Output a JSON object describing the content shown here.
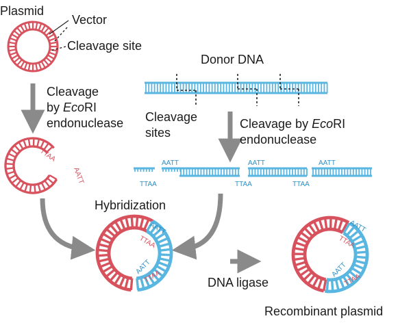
{
  "labels": {
    "plasmid": "Plasmid",
    "vector": "Vector",
    "cleavage_site": "Cleavage site",
    "donor_dna": "Donor DNA",
    "cleavage_line1": "Cleavage",
    "cleavage_line2_pre": "by ",
    "cleavage_line2_italic": "Eco",
    "cleavage_line2_post": "RI",
    "cleavage_line3": "endonuclease",
    "cleavage_sites_1": "Cleavage",
    "cleavage_sites_2": "sites",
    "cleavage_by_pre": "Cleavage by ",
    "cleavage_by_italic": "Eco",
    "cleavage_by_post": "RI",
    "cleavage_by_line2": "endonuclease",
    "hybridization": "Hybridization",
    "dna_ligase": "DNA ligase",
    "recombinant_plasmid": "Recombinant plasmid"
  },
  "sequences": {
    "aatt": "AATT",
    "ttaa": "TTAA"
  },
  "colors": {
    "plasmid_red": "#d8525e",
    "donor_blue": "#58b6e0",
    "arrow_gray": "#8a8a8a",
    "dash": "#222222"
  }
}
